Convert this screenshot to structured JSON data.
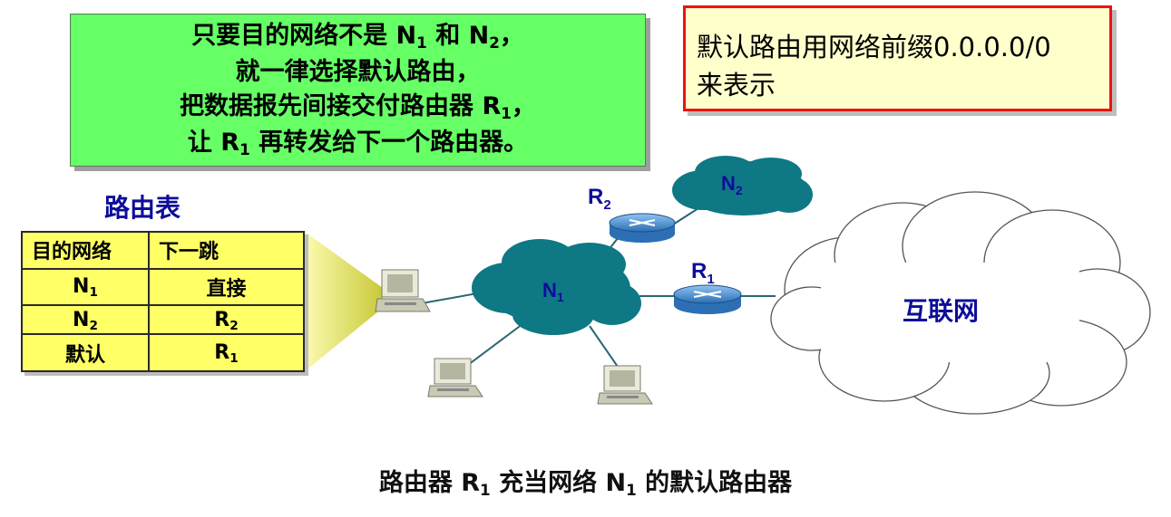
{
  "green_note": {
    "line1": "只要目的网络不是 N",
    "line1_sub1": "1",
    "line1_mid": " 和 N",
    "line1_sub2": "2",
    "line1_end": "，",
    "line2": "就一律选择默认路由，",
    "line3": "把数据报先间接交付路由器 R",
    "line3_sub": "1",
    "line3_end": "，",
    "line4_a": "让 R",
    "line4_sub": "1",
    "line4_b": " 再转发给下一个路由器。"
  },
  "red_note": {
    "line1": "默认路由用网络前缀0.0.0.0/0",
    "line2": "来表示"
  },
  "routing_table": {
    "title": "路由表",
    "headers": [
      "目的网络",
      "下一跳"
    ],
    "rows": [
      {
        "dest": "N",
        "dest_sub": "1",
        "hop": "直接",
        "hop_sub": ""
      },
      {
        "dest": "N",
        "dest_sub": "2",
        "hop": "R",
        "hop_sub": "2"
      },
      {
        "dest": "默认",
        "dest_sub": "",
        "hop": "R",
        "hop_sub": "1"
      }
    ]
  },
  "diagram": {
    "n1_label": "N",
    "n1_sub": "1",
    "n2_label": "N",
    "n2_sub": "2",
    "r1_label": "R",
    "r1_sub": "1",
    "r2_label": "R",
    "r2_sub": "2",
    "internet_label": "互联网",
    "colors": {
      "network_cloud": "#0e7884",
      "router": "#3d8fd6",
      "label": "#0d0d99",
      "line": "#2a6670",
      "spotlight": "#f2f28a"
    }
  },
  "caption": {
    "a": "路由器 R",
    "sub1": "1",
    "b": " 充当网络 N",
    "sub2": "1",
    "c": " 的默认路由器"
  }
}
